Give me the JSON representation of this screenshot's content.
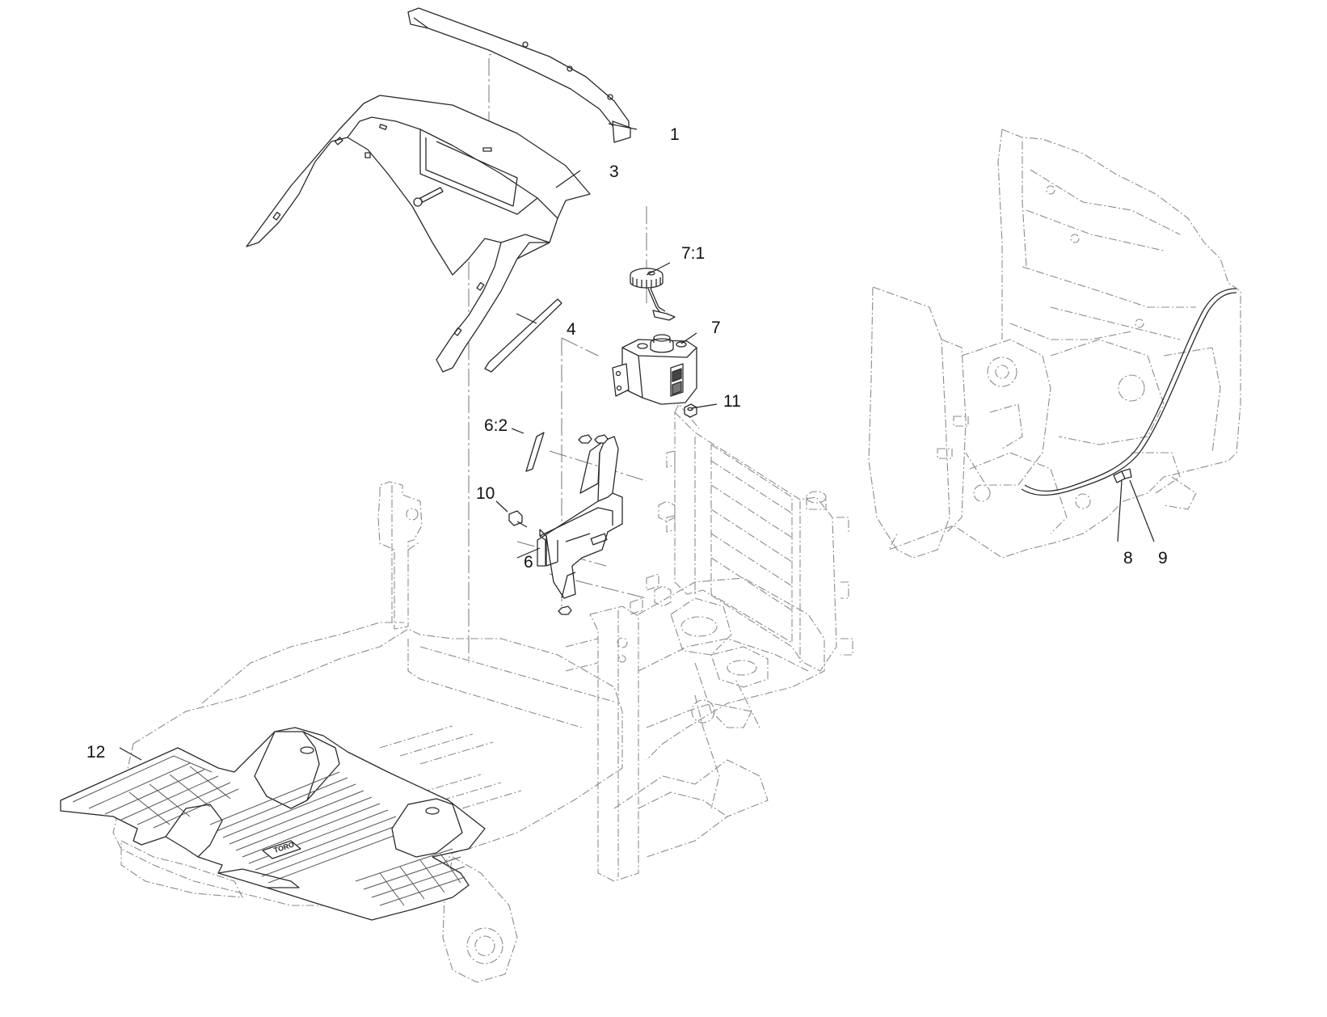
{
  "callouts": [
    {
      "id": "1",
      "label": "1"
    },
    {
      "id": "3",
      "label": "3"
    },
    {
      "id": "4",
      "label": "4"
    },
    {
      "id": "6",
      "label": "6"
    },
    {
      "id": "6-2",
      "label": "6:2"
    },
    {
      "id": "7",
      "label": "7"
    },
    {
      "id": "7-1",
      "label": "7:1"
    },
    {
      "id": "8",
      "label": "8"
    },
    {
      "id": "9",
      "label": "9"
    },
    {
      "id": "10",
      "label": "10"
    },
    {
      "id": "11",
      "label": "11"
    },
    {
      "id": "12",
      "label": "12"
    }
  ],
  "logo_text": "TORO",
  "colors": {
    "line": "#2a2a2a",
    "ghost": "#8c8c8c",
    "background": "#ffffff"
  }
}
